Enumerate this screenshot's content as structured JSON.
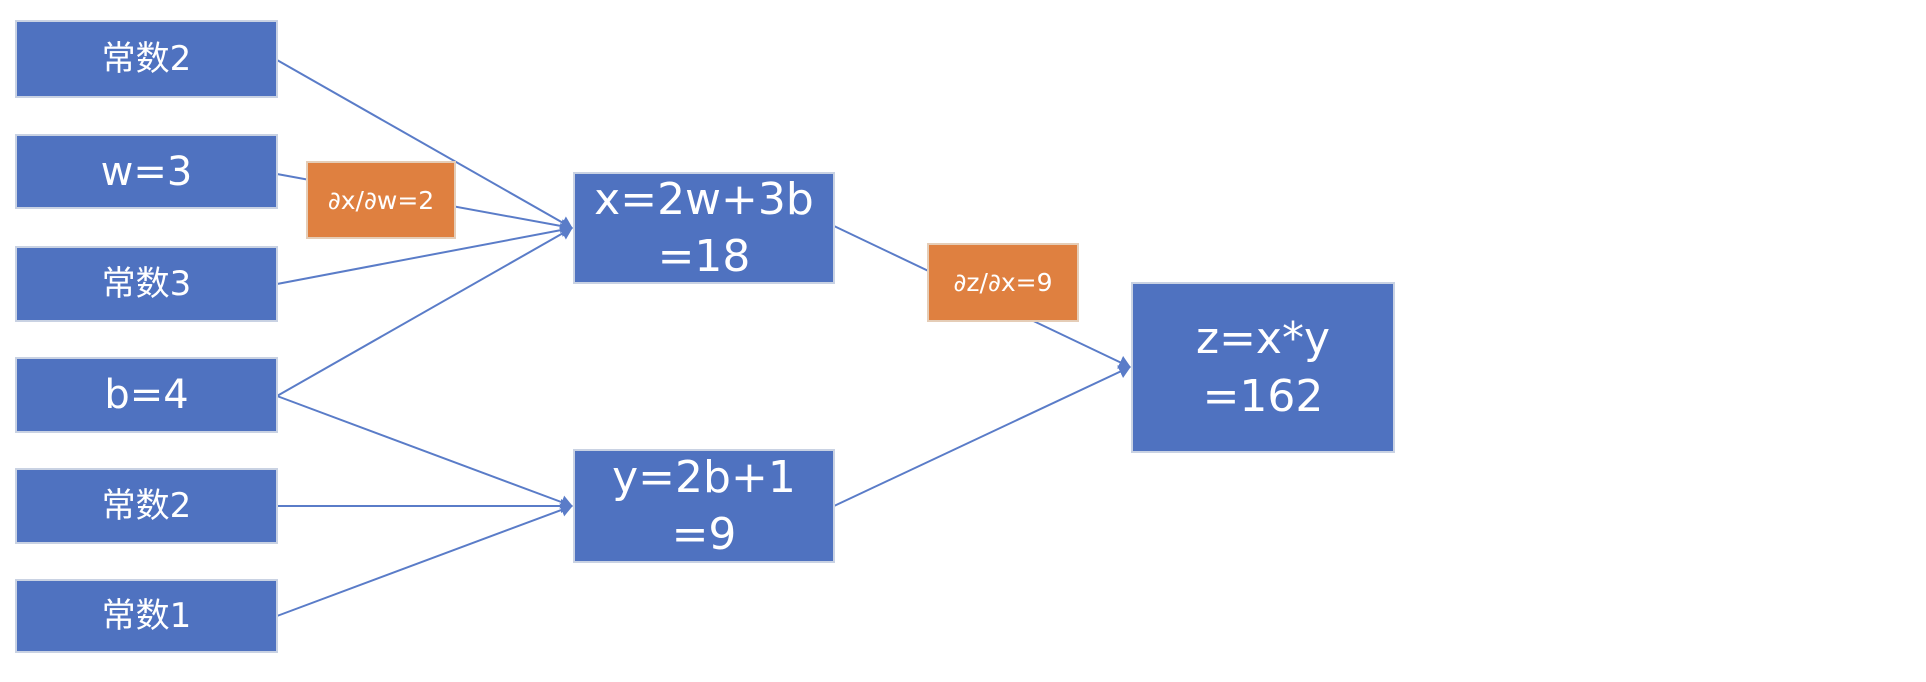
{
  "nodes": {
    "const2_top": "常数2",
    "w": "w=3",
    "const3": "常数3",
    "b": "b=4",
    "const2_bottom": "常数2",
    "const1": "常数1",
    "x": {
      "line1": "x=2w+3b",
      "line2": "=18"
    },
    "y": {
      "line1": "y=2b+1",
      "line2": "=9"
    },
    "z": {
      "line1": "z=x*y",
      "line2": "=162"
    }
  },
  "gradients": {
    "dx_dw": "∂x/∂w=2",
    "dz_dx": "∂z/∂x=9"
  },
  "colors": {
    "node_fill": "#4f72c0",
    "gradient_fill": "#df8040",
    "edge": "#5a7cc8"
  }
}
